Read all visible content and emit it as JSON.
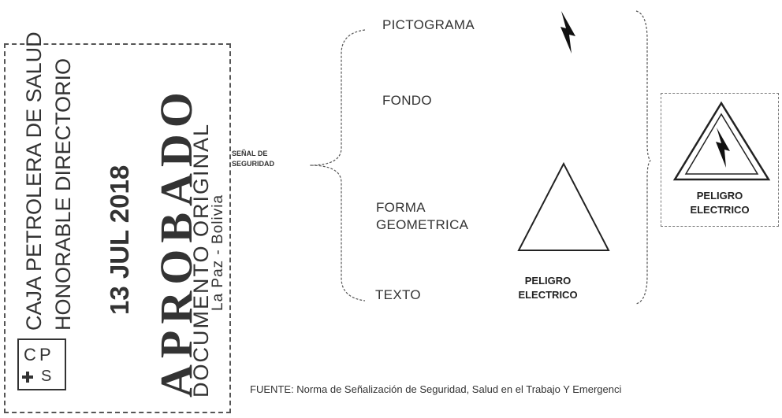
{
  "stamp": {
    "institution_line1": "CAJA PETROLERA DE SALUD",
    "institution_line2": "HONORABLE DIRECTORIO",
    "date": "13 JUL 2018",
    "approved": "APROBADO",
    "document": "DOCUMENTO ORIGINAL",
    "location": "La Paz - Bolivia"
  },
  "diagram": {
    "brace_label": "SEÑAL DE SEGURIDAD",
    "components": {
      "pictograma": "PICTOGRAMA",
      "fondo": "FONDO",
      "forma_line1": "FORMA",
      "forma_line2": "GEOMETRICA",
      "texto": "TEXTO"
    },
    "sample_text_line1": "PELIGRO",
    "sample_text_line2": "ELECTRICO",
    "result_line1": "PELIGRO",
    "result_line2": "ELECTRICO"
  },
  "footer": "FUENTE: Norma de Señalización de Seguridad, Salud en el Trabajo Y Emergenci"
}
